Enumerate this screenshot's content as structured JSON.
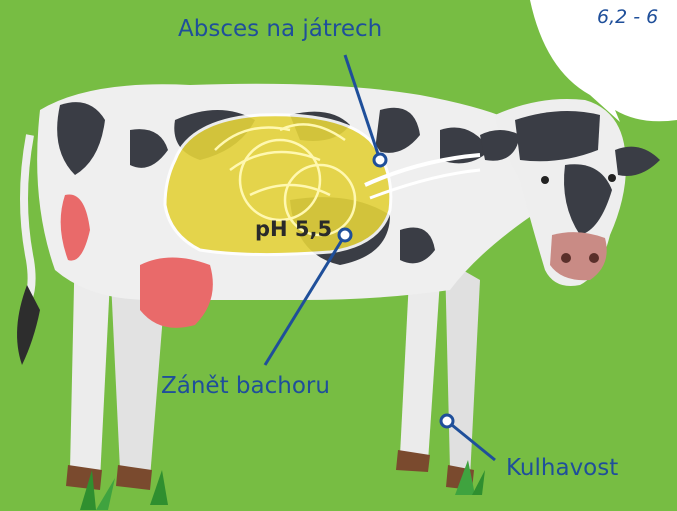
{
  "labels": {
    "liver_abscess": "Absces na játrech",
    "rumenitis": "Zánět bachoru",
    "lameness": "Kulhavost",
    "rumen_ph": "pH 5,5",
    "normal_ph": "6,2 - 6"
  },
  "colors": {
    "background": "#77bd43",
    "label_text": "#1f4f9a",
    "rumen_fill": "#e3d23a",
    "udder": "#e96a6a"
  },
  "icons": [
    "cow-illustration",
    "speech-bubble",
    "grass-tuft"
  ]
}
